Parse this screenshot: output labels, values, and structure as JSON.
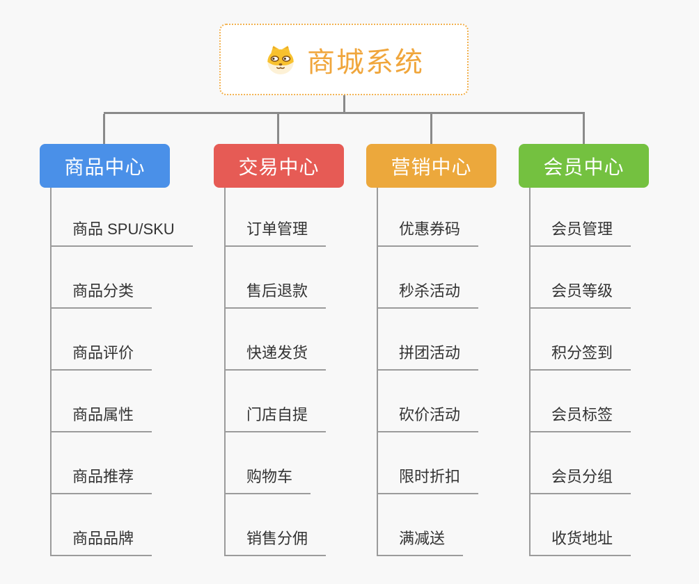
{
  "root": {
    "title": "商城系统",
    "icon": "dog-face-icon",
    "title_color": "#f0a63c",
    "border_color": "#f2b14e"
  },
  "branches": [
    {
      "label": "商品中心",
      "color": "#4a90e8",
      "children": [
        "商品 SPU/SKU",
        "商品分类",
        "商品评价",
        "商品属性",
        "商品推荐",
        "商品品牌"
      ]
    },
    {
      "label": "交易中心",
      "color": "#e65b55",
      "children": [
        "订单管理",
        "售后退款",
        "快递发货",
        "门店自提",
        "购物车",
        "销售分佣"
      ]
    },
    {
      "label": "营销中心",
      "color": "#eca83c",
      "children": [
        "优惠券码",
        "秒杀活动",
        "拼团活动",
        "砍价活动",
        "限时折扣",
        "满减送"
      ]
    },
    {
      "label": "会员中心",
      "color": "#74c140",
      "children": [
        "会员管理",
        "会员等级",
        "积分签到",
        "会员标签",
        "会员分组",
        "收货地址"
      ]
    }
  ],
  "colors": {
    "background": "#f8f8f8",
    "connector": "#8a8a8a",
    "leaf_line": "#9b9b9b",
    "leaf_text": "#333333",
    "node_text": "#ffffff"
  }
}
